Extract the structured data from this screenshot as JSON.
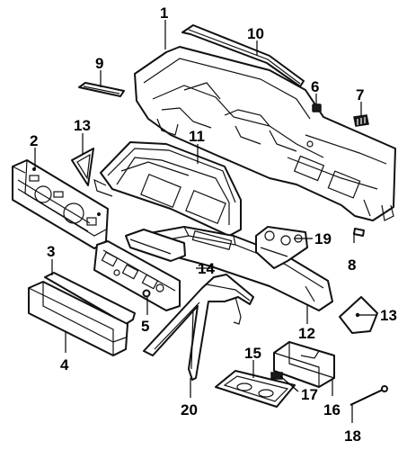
{
  "callouts": [
    {
      "id": "c1",
      "text": "1"
    },
    {
      "id": "c2",
      "text": "2"
    },
    {
      "id": "c3",
      "text": "3"
    },
    {
      "id": "c4",
      "text": "4"
    },
    {
      "id": "c5",
      "text": "5"
    },
    {
      "id": "c6",
      "text": "6"
    },
    {
      "id": "c7",
      "text": "7"
    },
    {
      "id": "c8",
      "text": "8"
    },
    {
      "id": "c9",
      "text": "9"
    },
    {
      "id": "c10",
      "text": "10"
    },
    {
      "id": "c11",
      "text": "11"
    },
    {
      "id": "c12",
      "text": "12"
    },
    {
      "id": "c13a",
      "text": "13"
    },
    {
      "id": "c13b",
      "text": "13"
    },
    {
      "id": "c14",
      "text": "14"
    },
    {
      "id": "c15",
      "text": "15"
    },
    {
      "id": "c16",
      "text": "16"
    },
    {
      "id": "c17",
      "text": "17"
    },
    {
      "id": "c18",
      "text": "18"
    },
    {
      "id": "c19",
      "text": "19"
    },
    {
      "id": "c20",
      "text": "20"
    }
  ]
}
